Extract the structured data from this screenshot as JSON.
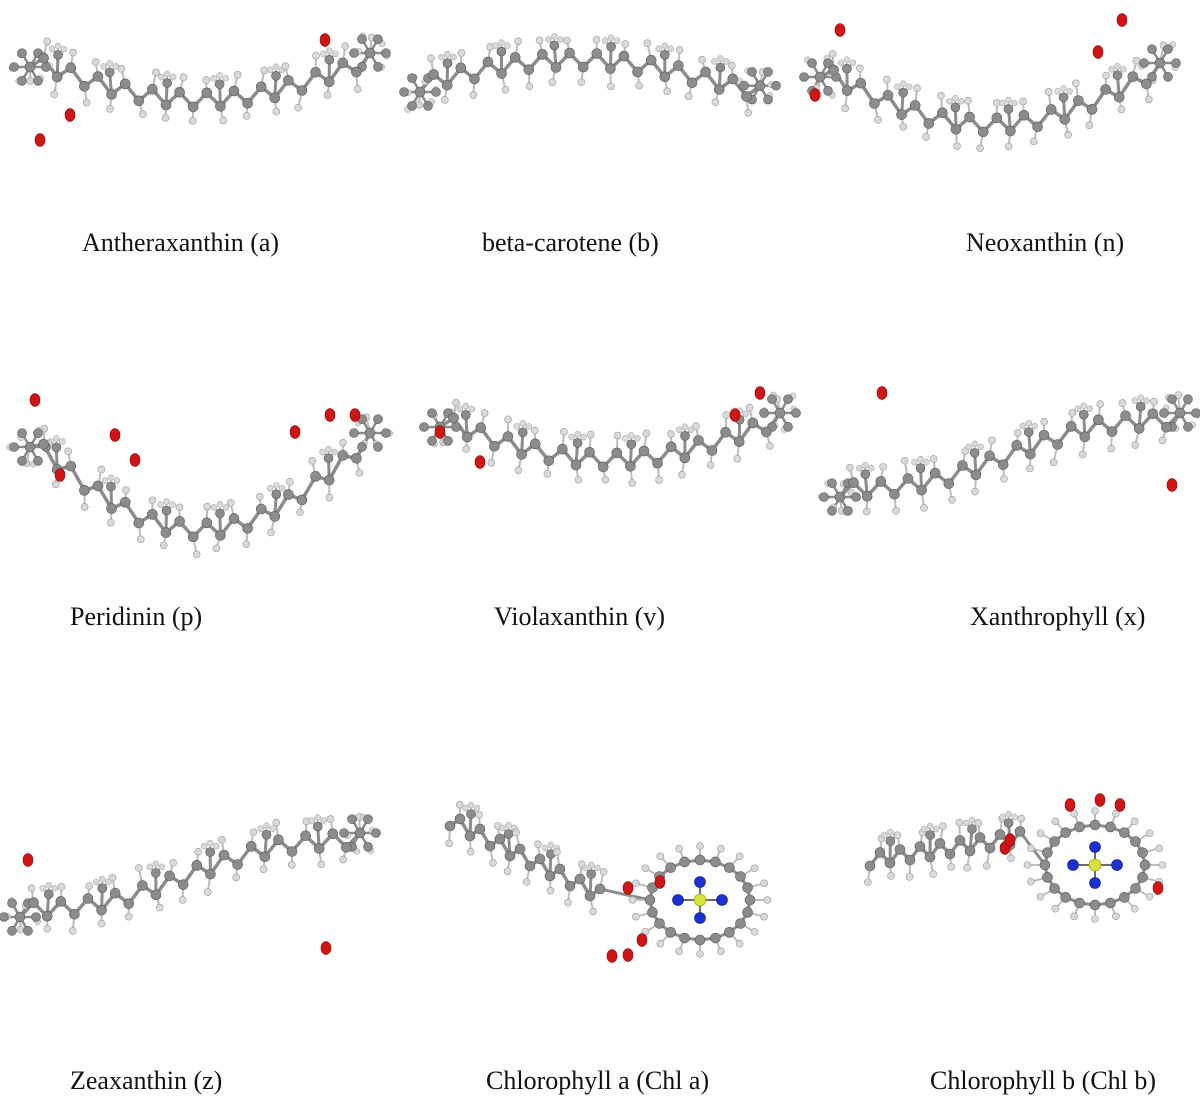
{
  "figure": {
    "molecules": [
      {
        "id": "a",
        "caption": "Antheraxanthin (a)"
      },
      {
        "id": "b",
        "caption": "beta-carotene (b)"
      },
      {
        "id": "n",
        "caption": "Neoxanthin (n)"
      },
      {
        "id": "p",
        "caption": "Peridinin (p)"
      },
      {
        "id": "v",
        "caption": "Violaxanthin (v)"
      },
      {
        "id": "x",
        "caption": "Xanthrophyll (x)"
      },
      {
        "id": "z",
        "caption": "Zeaxanthin (z)"
      },
      {
        "id": "chla",
        "caption": "Chlorophyll a (Chl a)"
      },
      {
        "id": "chlb",
        "caption": "Chlorophyll b (Chl b)"
      }
    ],
    "atom_colors": {
      "carbon": "#8c8c8c",
      "hydrogen": "#d9d9d9",
      "oxygen": "#d11414",
      "nitrogen": "#1a2fd6",
      "magnesium": "#d8e23a"
    }
  }
}
